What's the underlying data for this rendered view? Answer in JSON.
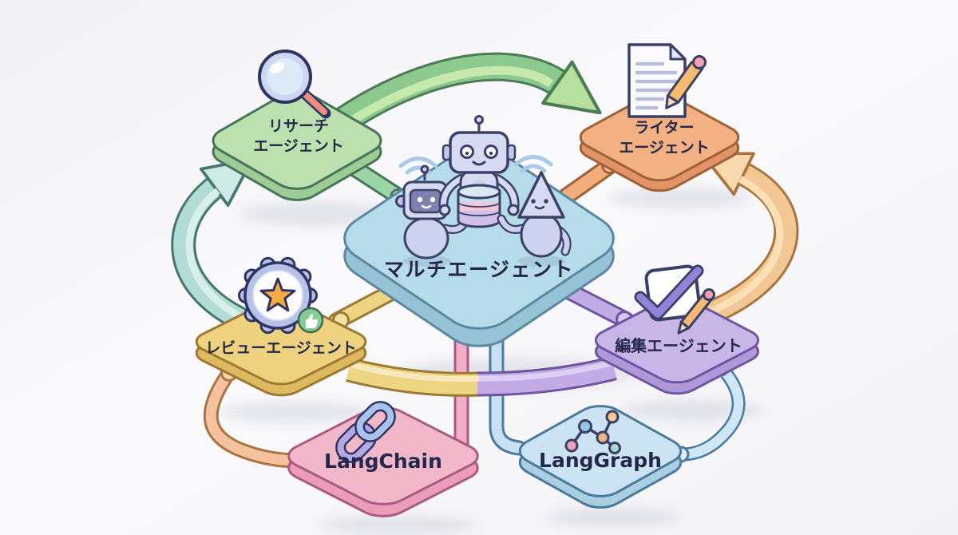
{
  "diagram_title": "multi-agent workflow illustration",
  "labels": {
    "center": "マルチエージェント",
    "research_line1": "リサーチ",
    "research_line2": "エージェント",
    "writer_line1": "ライター",
    "writer_line2": "エージェント",
    "review": "レビューエージェント",
    "editor": "編集エージェント",
    "langchain": "LangChain",
    "langgraph": "LangGraph"
  },
  "colors": {
    "background": "#f4f4f8",
    "text": "#23284a",
    "center_fill": "#b6dbe9",
    "center_side": "#97c3d6",
    "research_fill": "#bce1af",
    "research_side": "#9dcd94",
    "writer_fill": "#f3b183",
    "writer_side": "#e29468",
    "review_fill": "#eed27f",
    "review_side": "#dfb95f",
    "editor_fill": "#c9b6e9",
    "editor_side": "#b198d8",
    "langchain_fill": "#f3b7ca",
    "langchain_side": "#ea9cb8",
    "langgraph_fill": "#cbe3f2",
    "langgraph_side": "#abcfe2",
    "arrow_green": "#8bc98f",
    "arrow_teal": "#b2dcd6",
    "arrow_orange": "#f3c793",
    "tube_green": "#9cd5a5",
    "tube_orange": "#f2ad7d",
    "tube_yellow": "#eed584",
    "tube_purple": "#c3abe5",
    "tube_pink": "#f2aec6",
    "tube_blue": "#c7e1f3",
    "tube_peach": "#f5c29f"
  },
  "icons": {
    "research": "magnifier-icon",
    "writer": "document-pencil-icon",
    "center": "robots-collaboration-icon",
    "review": "star-badge-thumbsup-icon",
    "editor": "checkbox-pencil-icon",
    "langchain": "chain-link-icon",
    "langgraph": "graph-network-icon"
  }
}
